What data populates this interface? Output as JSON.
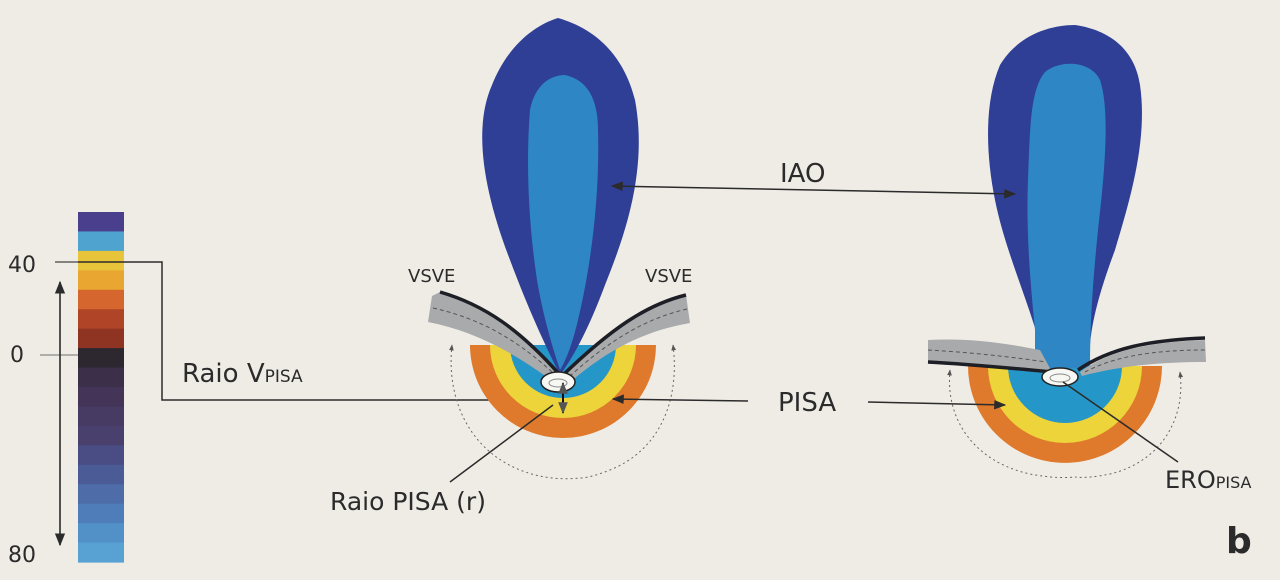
{
  "scale": {
    "tick_top": "40",
    "tick_mid": "0",
    "tick_bottom": "80",
    "band_colors": [
      "#4a3f8c",
      "#4ea3cf",
      "#e8c43a",
      "#e9a732",
      "#d4662e",
      "#b04427",
      "#8f3322",
      "#2d2730",
      "#3c2f4a",
      "#433458",
      "#473a63",
      "#4a406d",
      "#4a4c84",
      "#4a5b95",
      "#4d6ca8",
      "#4f7dba",
      "#5290c8",
      "#57a2d3"
    ]
  },
  "labels": {
    "raio_v_main": "Raio V",
    "raio_v_sub": "PISA",
    "vsve_left": "VSVE",
    "vsve_right": "VSVE",
    "iao": "IAO",
    "pisa": "PISA",
    "raio_pisa": "Raio PISA (r)",
    "ero_main": "ERO",
    "ero_sub": "PISA",
    "panel": "b"
  },
  "colors": {
    "jet_outer": "#2f3f96",
    "jet_inner": "#2f86c4",
    "pisa_orange": "#df7a2c",
    "pisa_yellow": "#ecd43a",
    "pisa_blue": "#2596c8",
    "leaflet_gray": "#a9aaab",
    "leaflet_edge": "#1e1e26"
  }
}
